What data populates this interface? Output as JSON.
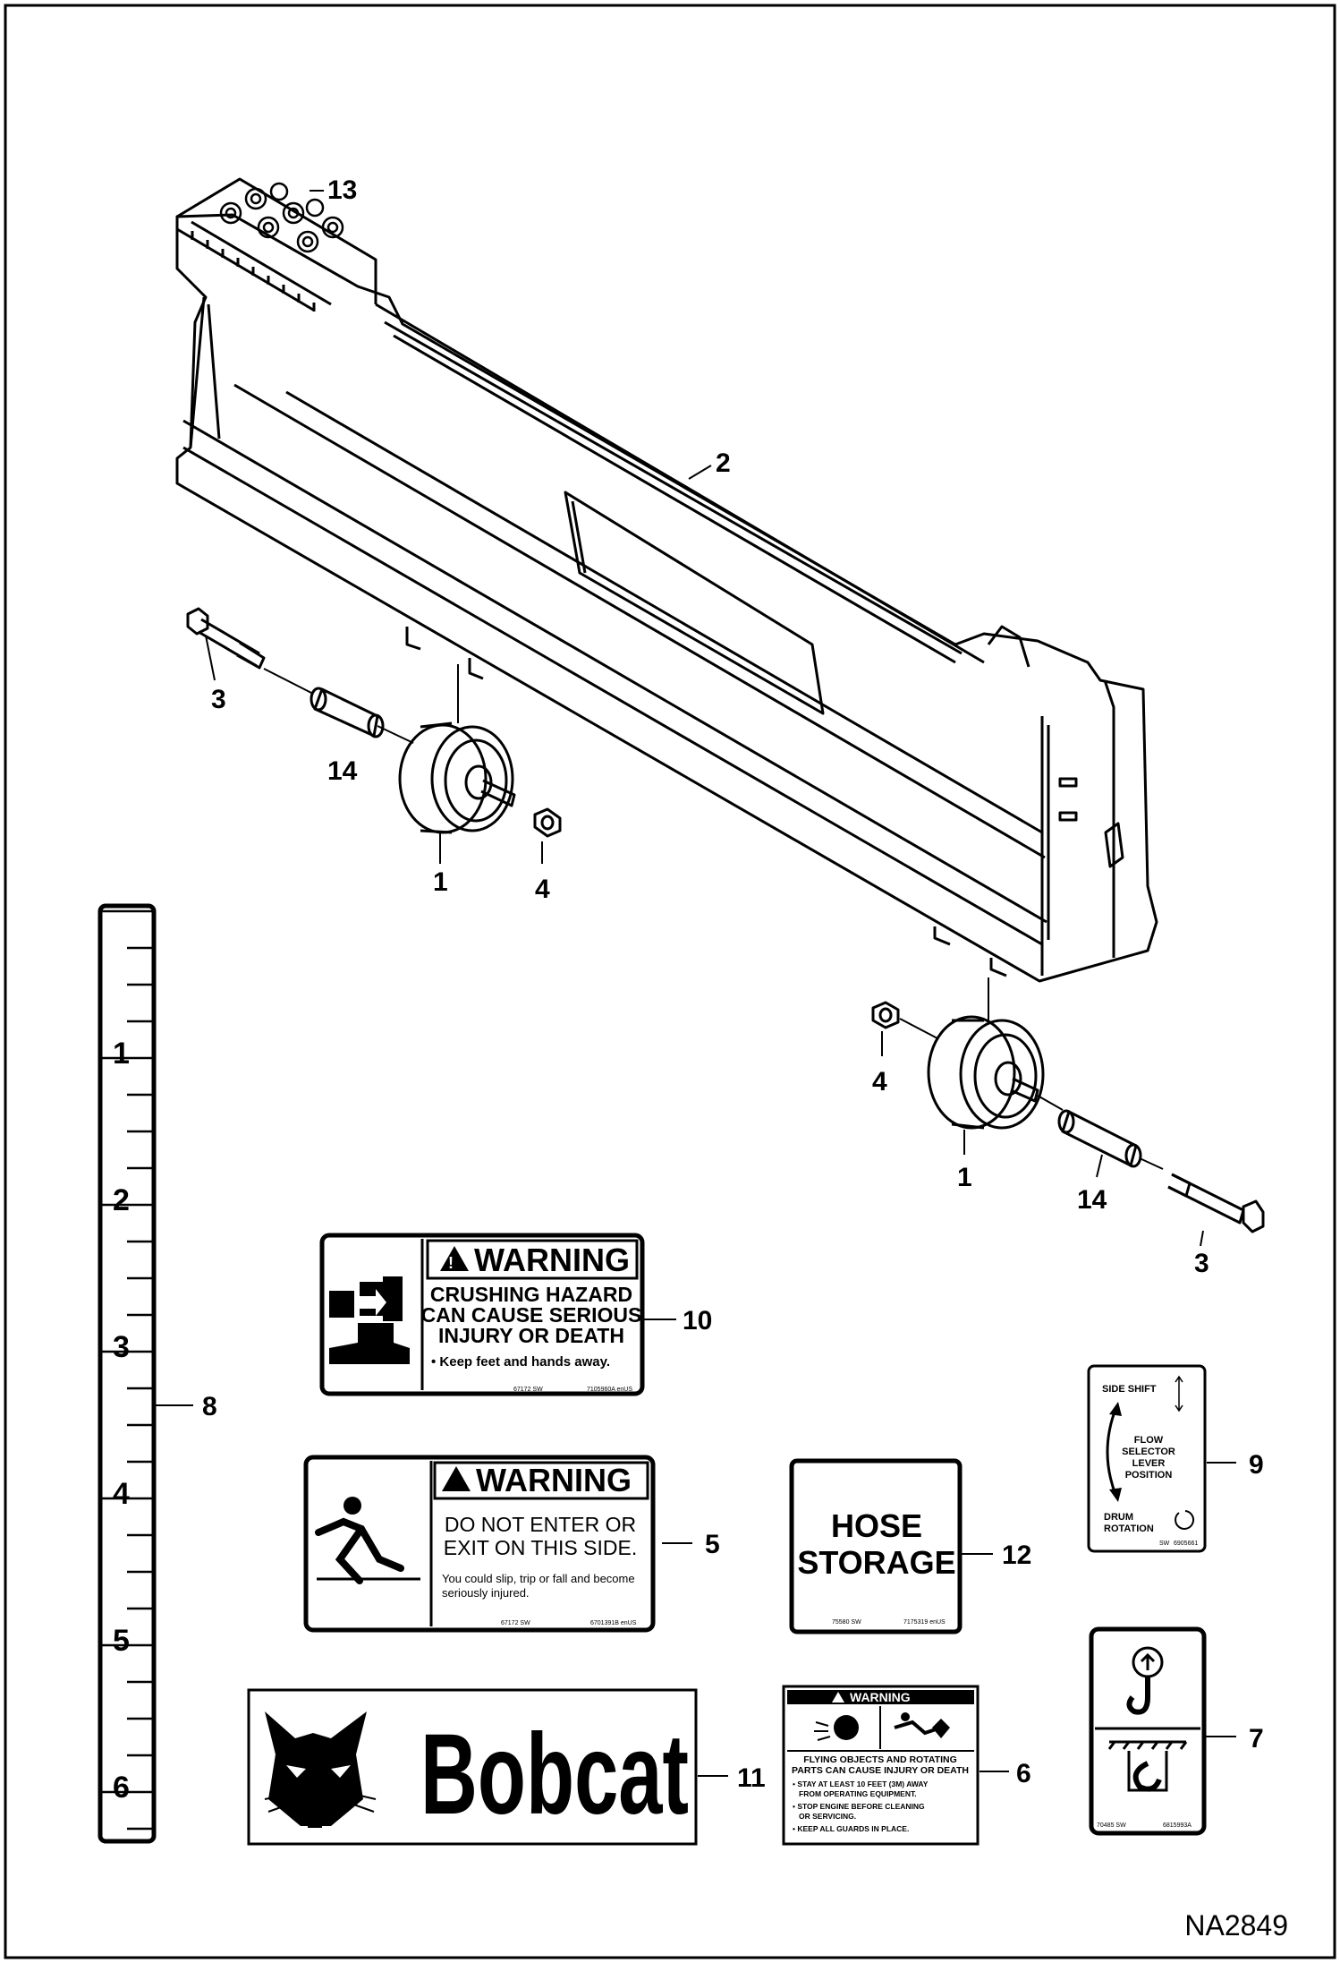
{
  "diagram_ref": "NA2849",
  "callouts": {
    "c13": "13",
    "c2": "2",
    "c3_left": "3",
    "c14_left": "14",
    "c1_left": "1",
    "c4_left": "4",
    "c4_right": "4",
    "c1_right": "1",
    "c14_right": "14",
    "c3_right": "3",
    "c8": "8",
    "c10": "10",
    "c5": "5",
    "c12": "12",
    "c9": "9",
    "c7": "7",
    "c11": "11",
    "c6": "6"
  },
  "ruler": {
    "labels": [
      "1",
      "2",
      "3",
      "4",
      "5",
      "6"
    ]
  },
  "decal_10": {
    "header": "WARNING",
    "line1": "CRUSHING HAZARD",
    "line2": "CAN CAUSE SERIOUS",
    "line3": "INJURY OR DEATH",
    "bullet": "• Keep feet and hands away.",
    "part_left": "67172 SW",
    "part_right": "7105960A enUS"
  },
  "decal_5": {
    "header": "WARNING",
    "line1": "DO NOT ENTER OR",
    "line2": "EXIT ON THIS  SIDE.",
    "note1": "You could slip, trip or fall and become",
    "note2": "seriously injured.",
    "part_left": "67172 SW",
    "part_right": "6701391B enUS"
  },
  "decal_12": {
    "line1": "HOSE",
    "line2": "STORAGE",
    "part_left": "75580 SW",
    "part_right": "7175319 enUS"
  },
  "decal_9": {
    "top": "SIDE SHIFT",
    "mid1": "FLOW",
    "mid2": "SELECTOR",
    "mid3": "LEVER",
    "mid4": "POSITION",
    "bot1": "DRUM",
    "bot2": "ROTATION",
    "part_left": "SW",
    "part_right": "6905661"
  },
  "decal_7": {
    "part_left": "70485 SW",
    "part_right": "6815993A"
  },
  "decal_11": {
    "brand": "Bobcat"
  },
  "decal_6": {
    "header": "WARNING",
    "line1": "FLYING OBJECTS AND ROTATING",
    "line2": "PARTS CAN CAUSE INJURY OR DEATH",
    "b1a": "• STAY AT LEAST 10 FEET (3M) AWAY",
    "b1b": "FROM OPERATING EQUIPMENT.",
    "b2a": "• STOP ENGINE BEFORE CLEANING",
    "b2b": "OR SERVICING.",
    "b3": "• KEEP ALL GUARDS IN PLACE."
  }
}
